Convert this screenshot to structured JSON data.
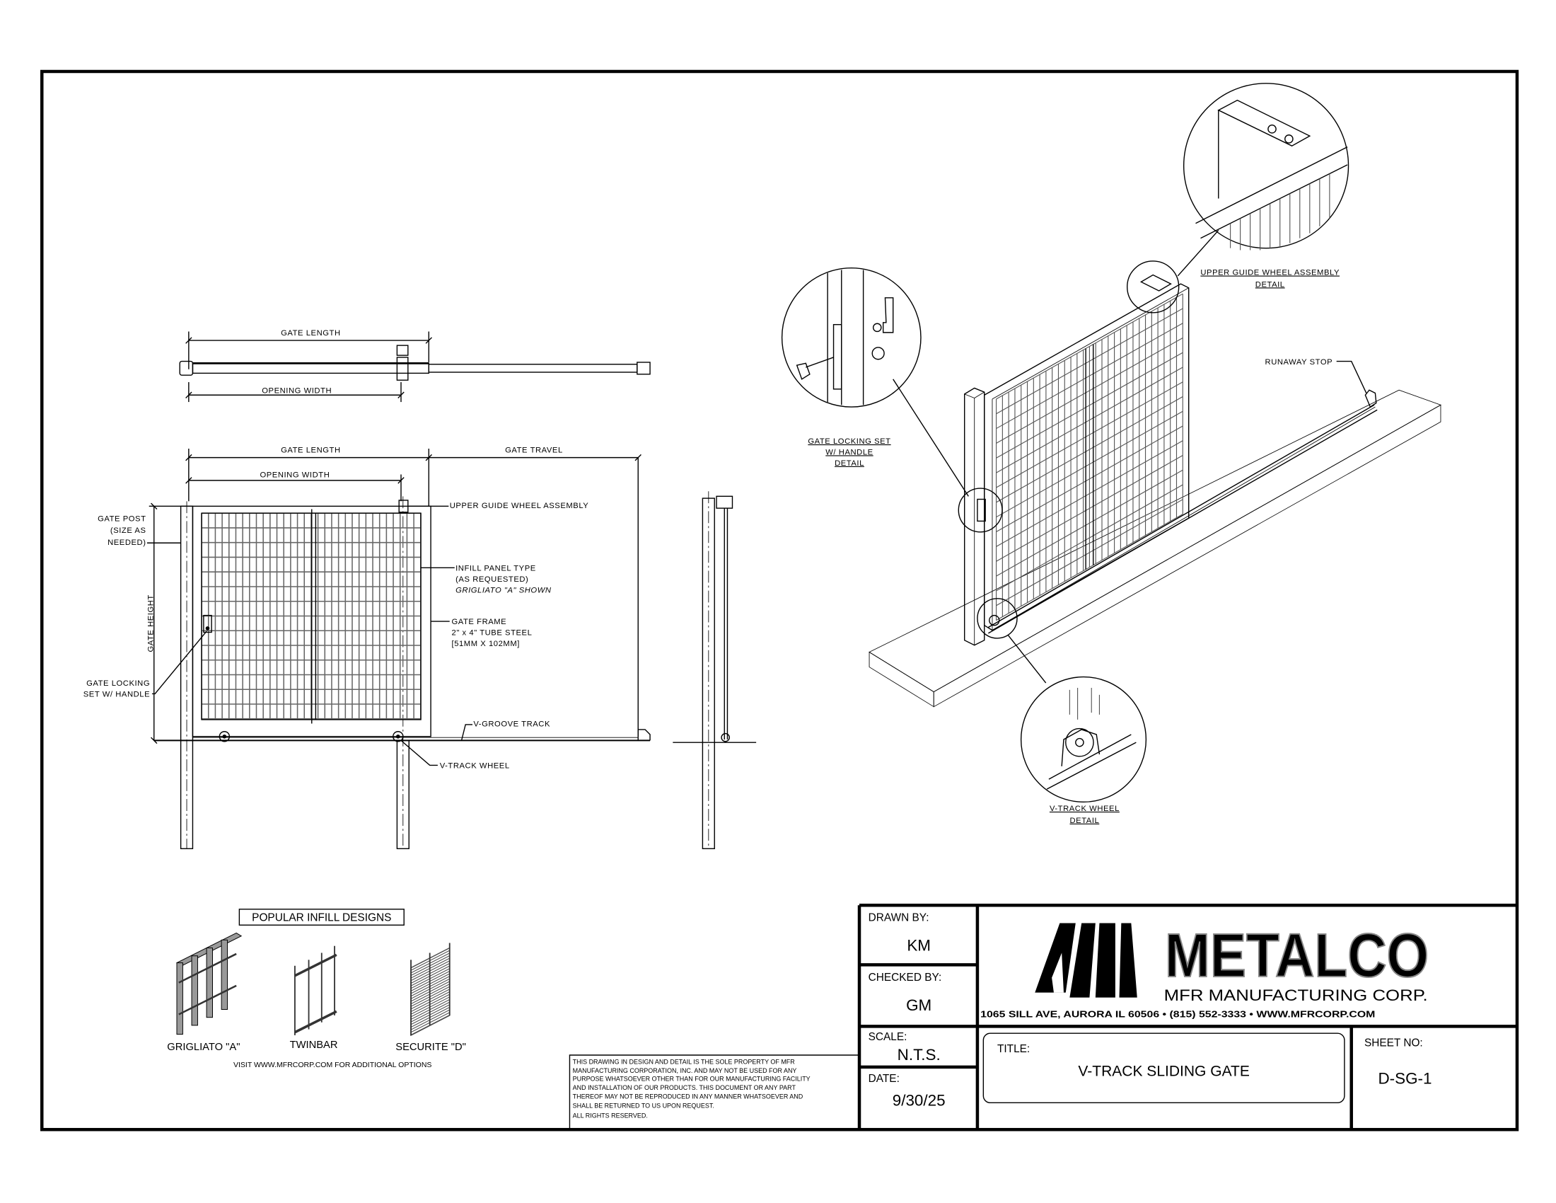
{
  "plan_view": {
    "gate_length": "GATE LENGTH",
    "opening_width": "OPENING WIDTH"
  },
  "elevation": {
    "gate_length": "GATE LENGTH",
    "gate_travel": "GATE TRAVEL",
    "opening_width": "OPENING WIDTH",
    "gate_height": "GATE HEIGHT",
    "gate_post": [
      "GATE POST",
      "(SIZE AS",
      "NEEDED)"
    ],
    "gate_locking": [
      "GATE LOCKING",
      "SET W/ HANDLE"
    ],
    "upper_guide": "UPPER GUIDE WHEEL ASSEMBLY",
    "infill": [
      "INFILL PANEL TYPE",
      "(AS REQUESTED)",
      "GRIGLIATO \"A\" SHOWN"
    ],
    "gate_frame": [
      "GATE FRAME",
      "2\" x 4\" TUBE STEEL",
      "[51MM X 102MM]"
    ],
    "v_groove_track": "V-GROOVE TRACK",
    "v_track_wheel": "V-TRACK WHEEL"
  },
  "isometric": {
    "upper_guide_detail": [
      "UPPER GUIDE WHEEL ASSEMBLY",
      "DETAIL"
    ],
    "runaway_stop": "RUNAWAY STOP",
    "locking_detail": [
      "GATE LOCKING SET",
      "W/ HANDLE",
      "DETAIL"
    ],
    "wheel_detail": [
      "V-TRACK WHEEL",
      "DETAIL"
    ]
  },
  "infill_designs": {
    "heading": "POPULAR INFILL DESIGNS",
    "items": [
      "GRIGLIATO \"A\"",
      "TWINBAR",
      "SECURITE \"D\""
    ],
    "visit": "VISIT WWW.MFRCORP.COM FOR ADDITIONAL OPTIONS"
  },
  "disclaimer": [
    "THIS DRAWING IN DESIGN AND DETAIL IS THE SOLE PROPERTY OF MFR",
    "MANUFACTURING CORPORATION, INC. AND MAY NOT BE USED FOR ANY",
    "PURPOSE WHATSOEVER OTHER THAN FOR OUR MANUFACTURING FACILITY",
    "AND INSTALLATION OF OUR PRODUCTS. THIS DOCUMENT OR ANY PART",
    "THEREOF MAY NOT BE REPRODUCED IN ANY MANNER WHATSOEVER AND",
    "SHALL BE RETURNED TO US UPON REQUEST.",
    "ALL RIGHTS RESERVED."
  ],
  "title_block": {
    "drawn_by_label": "DRAWN BY:",
    "drawn_by": "KM",
    "checked_by_label": "CHECKED BY:",
    "checked_by": "GM",
    "scale_label": "SCALE:",
    "scale": "N.T.S.",
    "date_label": "DATE:",
    "date": "9/30/25",
    "title_label": "TITLE:",
    "title": "V-TRACK SLIDING GATE",
    "sheet_label": "SHEET NO:",
    "sheet_no": "D-SG-1",
    "company": "METALCO",
    "company_sub": "MFR MANUFACTURING CORP.",
    "address": "1065 SILL AVE, AURORA IL 60506 • (815) 552-3333 • WWW.MFRCORP.COM"
  }
}
